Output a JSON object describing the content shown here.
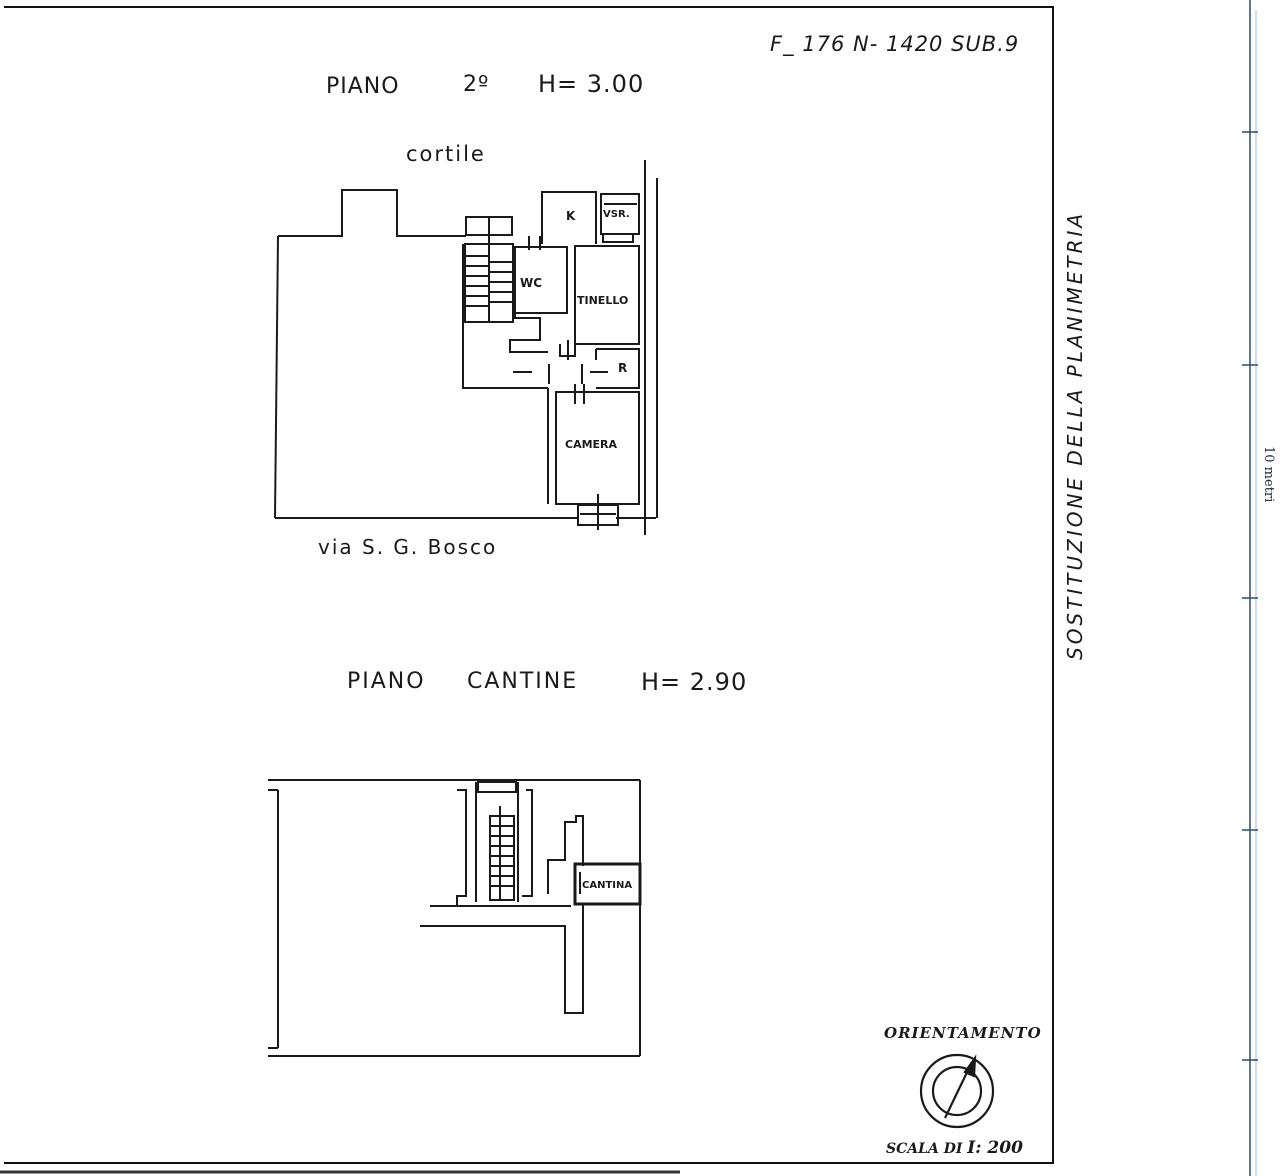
{
  "sheet": {
    "reference": "F_ 176 N- 1420 SUB.9",
    "side_note": "SOSTITUZIONE DELLA PLANIMETRIA",
    "scale_bar_label": "10 metri"
  },
  "floor2": {
    "title_piano": "PIANO",
    "title_level": "2º",
    "title_height": "H= 3.00",
    "courtyard": "cortile",
    "street": "via S. G. Bosco",
    "rooms": {
      "k": "K",
      "vsr": "VSR.",
      "wc": "WC",
      "tinello": "TINELLO",
      "r": "R",
      "camera": "CAMERA"
    }
  },
  "cellar": {
    "title_piano": "PIANO",
    "title_level": "CANTINE",
    "title_height": "H= 2.90",
    "room": "CANTINA"
  },
  "legend": {
    "orientation": "ORIENTAMENTO",
    "scale_prefix": "SCALA DI",
    "scale_value": "I: 200"
  }
}
